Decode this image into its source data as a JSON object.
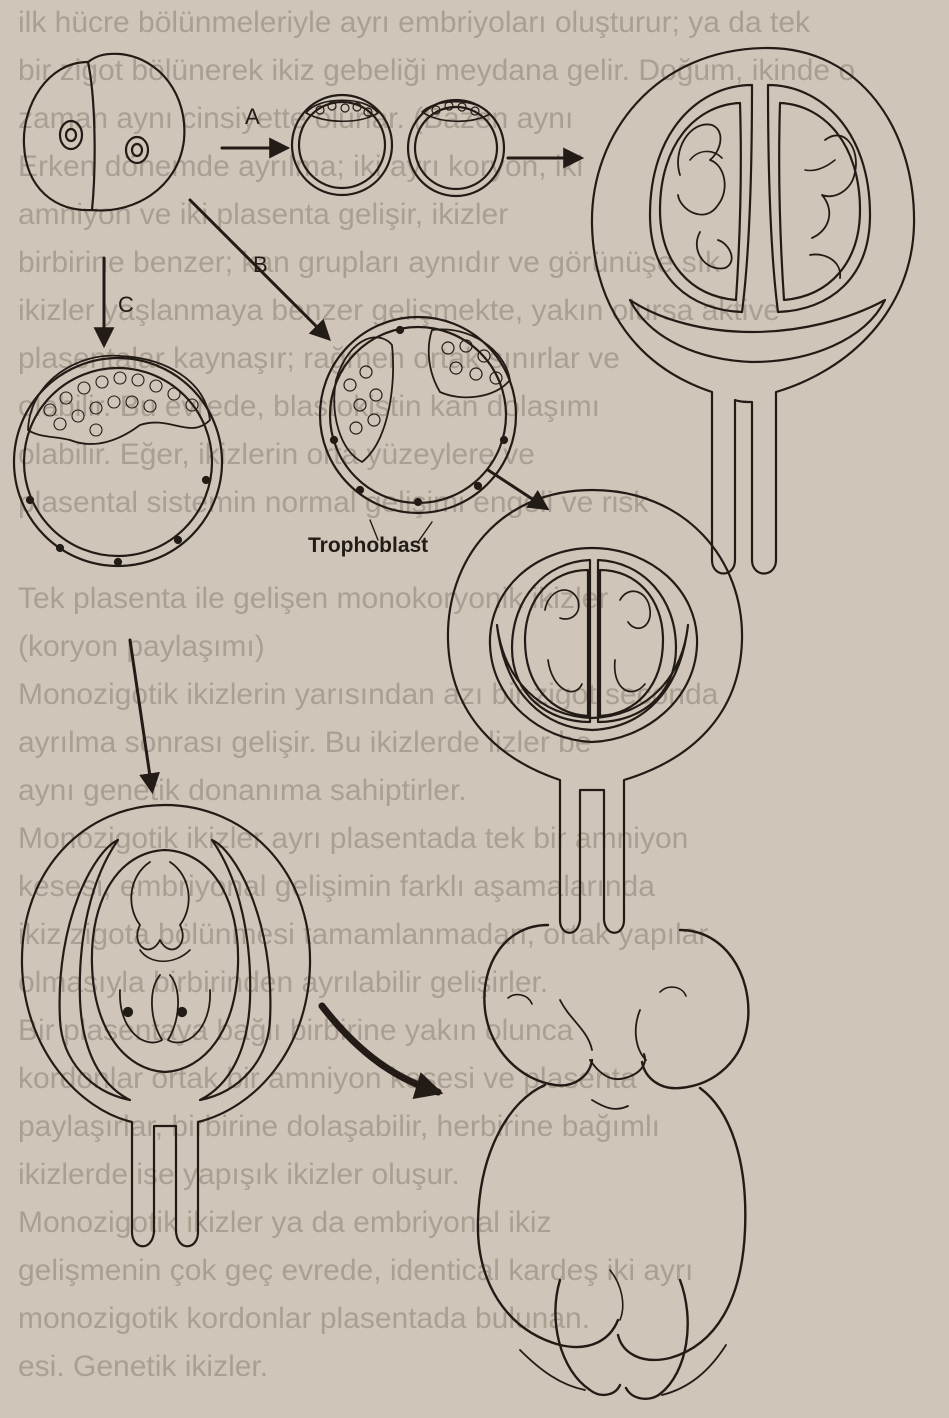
{
  "labels": {
    "path_a": "A",
    "path_b": "B",
    "path_c": "C",
    "trophoblast": "Trophoblast"
  },
  "background_text": [
    "ilk hücre bölünmeleriyle ayrı embriyoları oluşturur; ya da tek",
    "bir zigot bölünerek ikiz gebeliği meydana gelir. Doğum, ikinde o",
    "zaman aynı cinsiyette olurlar. (Bazen aynı",
    "Erken dönemde ayrılma; iki ayrı koryon, iki",
    "amniyon ve iki plasenta gelişir, ikizler",
    "birbirine benzer; kan grupları aynıdır ve görünüşe sık",
    "ikizler yaşlanmaya benzer gelişmekte, yakın olursa aktive",
    "plasentalar kaynaşır; rağmen ortak sınırlar ve",
    "olabilir. Bu evrede, blastokistin kan dolaşımı",
    "olabilir. Eğer, ikizlerin orta yüzeylere ve",
    "plasental sistemin normal gelişimi engeli ve risk",
    "",
    "Tek plasenta ile gelişen monokoryonik ikizler",
    "(koryon paylaşımı)",
    "Monozigotik ikizlerin yarısından azı bir zigot seconda",
    "ayrılma sonrası gelişir. Bu ikizlerde lizler be",
    "aynı genetik donanıma sahiptirler.",
    "Monozigotik ikizler ayrı plasentada tek bir amniyon",
    "kesesi, embriyonal gelişimin farklı aşamalarında",
    "ikiz zigota bölünmesi tamamlanmadan, ortak yapılar",
    "olmasıyla birbirinden ayrılabilir gelişirler.",
    "Bir plasentaya bağlı birbirine yakın olunca",
    "kordonlar ortak bir amniyon kesesi ve plasenta",
    "paylaşırlar, birbirine dolaşabilir, herbirine bağımlı",
    "ikizlerde ise yapışık ikizler oluşur.",
    "Monozigotik ikizler ya da embriyonal ikiz",
    "gelişmenin çok geç evrede, identical kardeş iki ayrı",
    "monozigotik kordonlar plasentada bulunan.",
    "esi. Genetik ikizler."
  ],
  "colors": {
    "paper": "#cfc6b9",
    "ink": "#231c16",
    "faded_text": "#8b8073"
  }
}
